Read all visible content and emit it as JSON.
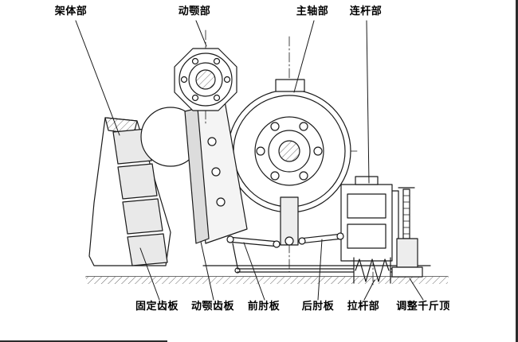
{
  "colors": {
    "ink": "#1a1a1a",
    "background": "#ffffff",
    "part_fill": "#e9e9e9"
  },
  "diagram": {
    "labels": {
      "top": [
        {
          "id": "frame-assembly",
          "text": "架体部"
        },
        {
          "id": "movable-jaw-assembly",
          "text": "动颚部"
        },
        {
          "id": "main-shaft-assembly",
          "text": "主轴部"
        },
        {
          "id": "connecting-rod-assembly",
          "text": "连杆部"
        }
      ],
      "bottom": [
        {
          "id": "fixed-tooth-plate",
          "text": "固定齿板"
        },
        {
          "id": "movable-jaw-tooth-plate",
          "text": "动颚齿板"
        },
        {
          "id": "front-toggle-plate",
          "text": "前肘板"
        },
        {
          "id": "rear-toggle-plate",
          "text": "后肘板"
        },
        {
          "id": "tie-rod-assembly",
          "text": "拉杆部"
        },
        {
          "id": "adjusting-jack",
          "text": "调整千斤顶"
        }
      ]
    }
  }
}
